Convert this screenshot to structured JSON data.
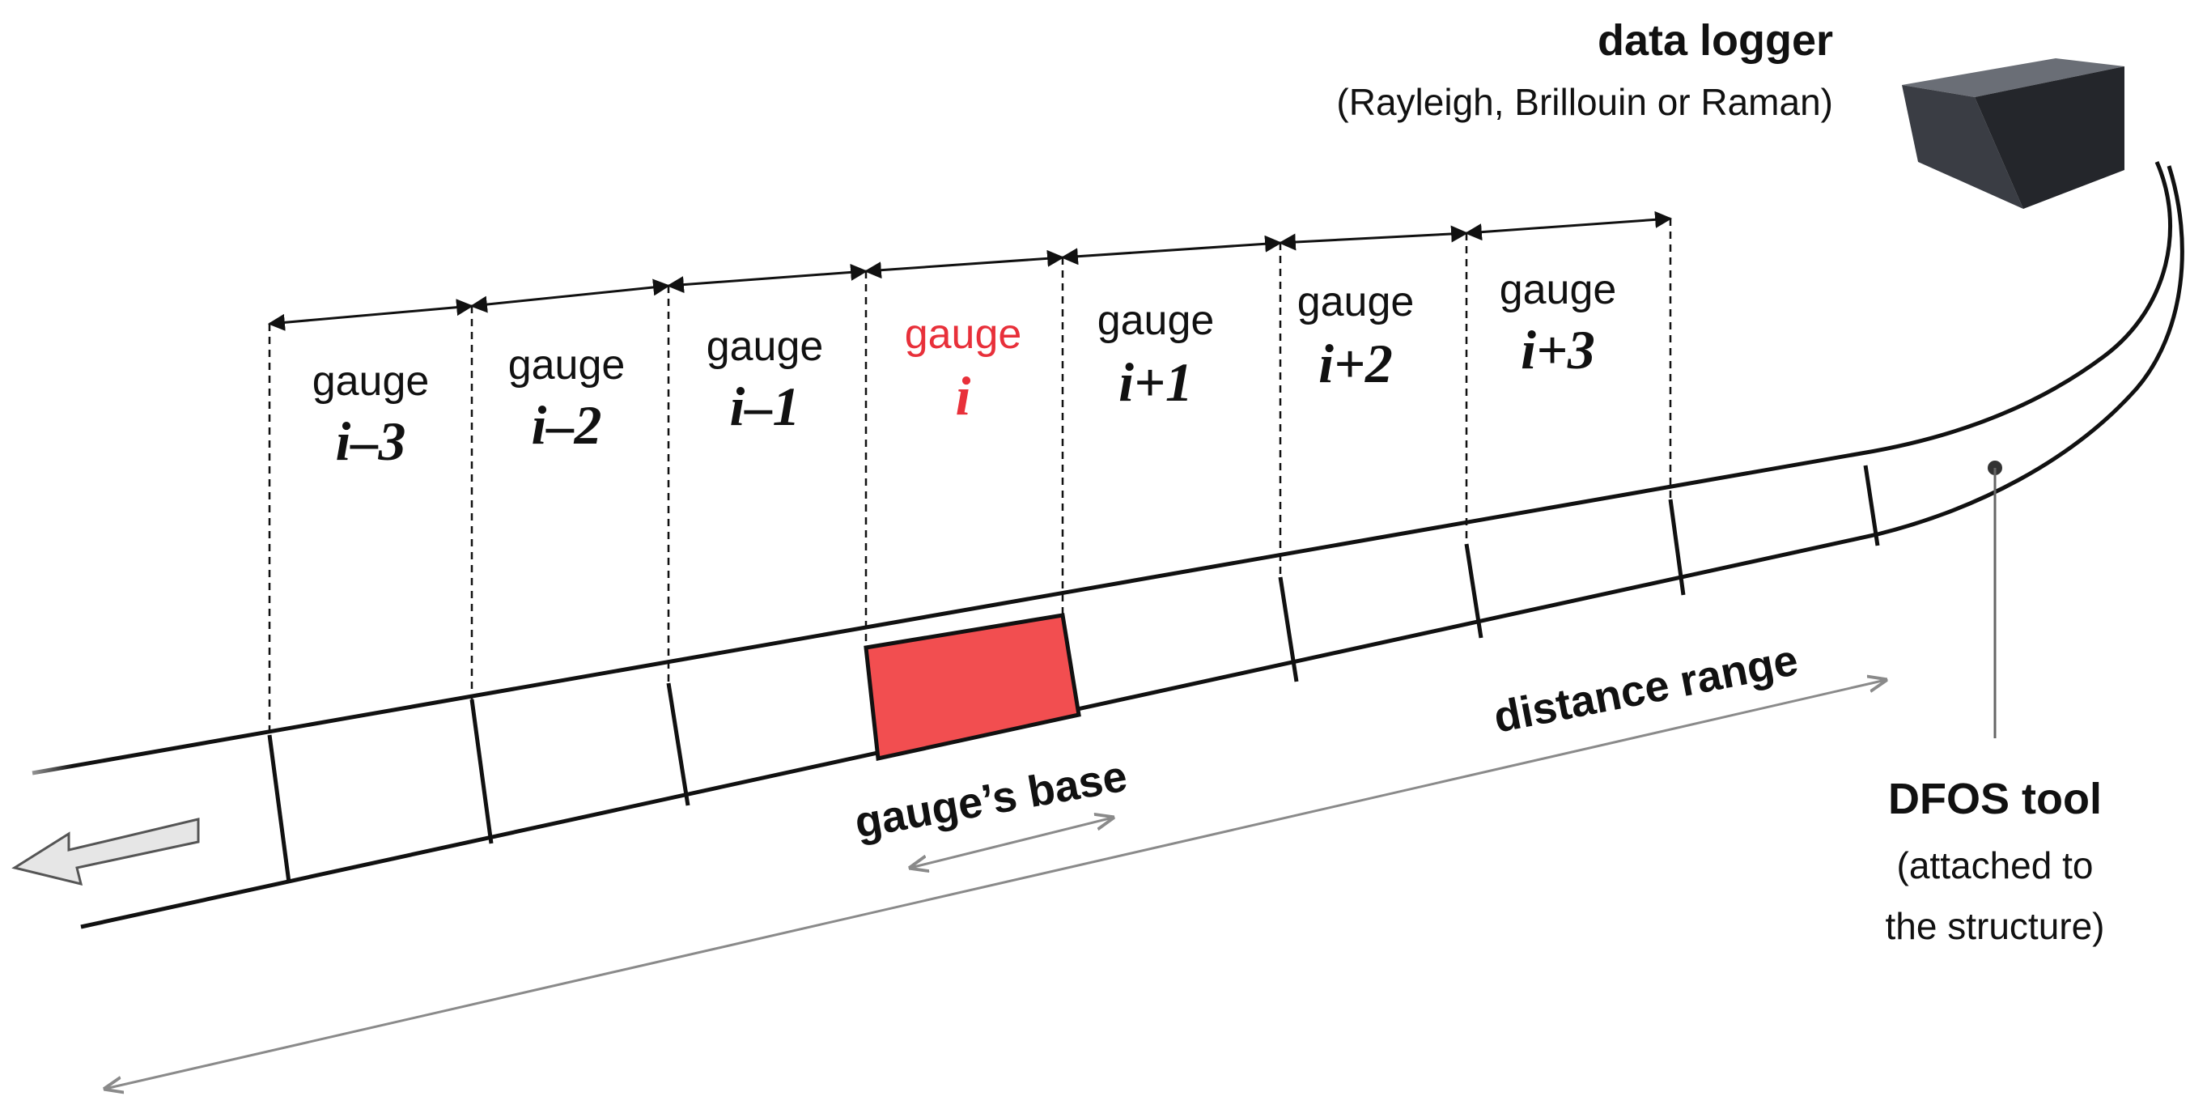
{
  "logger": {
    "title": "data logger",
    "subtitle": "(Rayleigh, Brillouin or Raman)"
  },
  "tool": {
    "title": "DFOS tool",
    "line1": "(attached to",
    "line2": "the structure)"
  },
  "labels": {
    "gauge_base": "gauge’s base",
    "distance_range": "distance range"
  },
  "gauges": [
    {
      "word": "gauge",
      "index": "i–3",
      "active": false
    },
    {
      "word": "gauge",
      "index": "i–2",
      "active": false
    },
    {
      "word": "gauge",
      "index": "i–1",
      "active": false
    },
    {
      "word": "gauge",
      "index": "i",
      "active": true
    },
    {
      "word": "gauge",
      "index": "i+1",
      "active": false
    },
    {
      "word": "gauge",
      "index": "i+2",
      "active": false
    },
    {
      "word": "gauge",
      "index": "i+3",
      "active": false
    }
  ],
  "colors": {
    "active_fill": "#f24e50",
    "active_text": "#e8303a",
    "line": "#111111",
    "grey_arrow": "#8a8a8a",
    "box_front": "#3a3d44",
    "box_top": "#6a6e76",
    "box_side": "#24262b"
  }
}
